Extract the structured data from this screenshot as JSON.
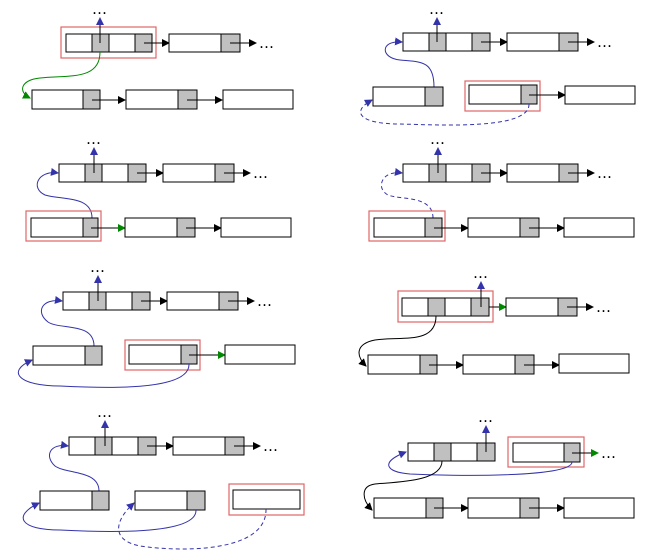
{
  "title": "Linked list node insertion and removal steps",
  "colors": {
    "box_fill": "#ffffff",
    "pointer_fill": "#c0c0c0",
    "outline": "#000000",
    "highlight": "#e06666",
    "next_arrow": "#000000",
    "up_arrow": "#3333aa",
    "link_curve": "#3333aa",
    "new_link": "#008800"
  },
  "labels": {
    "ellipsis": "…",
    "ellipsis_up": "…"
  },
  "panels": [
    {
      "id": "step-1",
      "column": "left",
      "description": "double node highlighted, new link drawn in green to the lower node"
    },
    {
      "id": "step-2",
      "column": "right",
      "description": "lower node relinked, dashed link to highlighted node"
    },
    {
      "id": "step-3",
      "column": "left",
      "description": "highlighted lower node with green next link"
    },
    {
      "id": "step-4",
      "column": "right",
      "description": "highlighted lower node with dashed link"
    },
    {
      "id": "step-5",
      "column": "left",
      "description": "curved link through highlighted middle node"
    },
    {
      "id": "step-6",
      "column": "right",
      "description": "highlighted double node with green next link"
    },
    {
      "id": "step-7",
      "column": "left",
      "description": "three lower nodes with highlighted last node and dashed link"
    },
    {
      "id": "step-8",
      "column": "right",
      "description": "highlighted single node with green link to ellipsis"
    }
  ]
}
